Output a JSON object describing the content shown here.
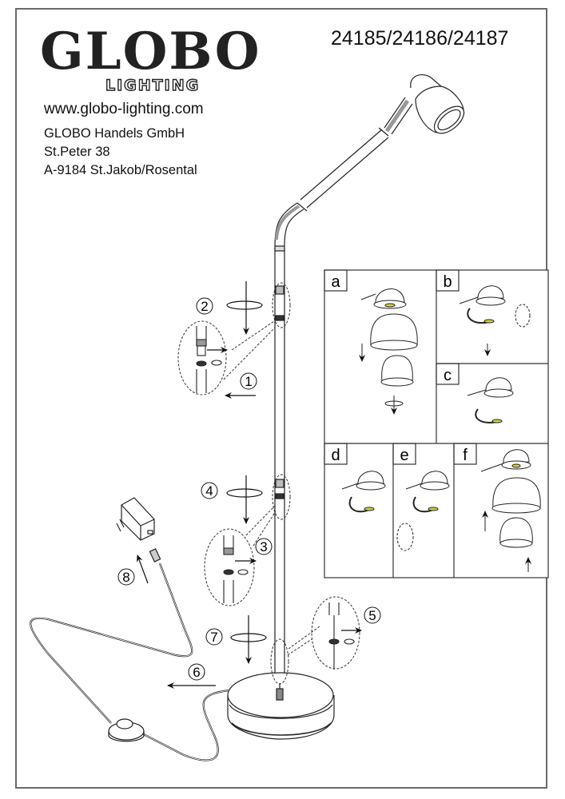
{
  "document": {
    "type": "assembly-instructions",
    "brand": {
      "logo_main": "GLOBO",
      "logo_sub": "LIGHTING"
    },
    "model_numbers": "24185/24186/24187",
    "contact": {
      "website": "www.globo-lighting.com",
      "company": "GLOBO Handels GmbH",
      "street": "St.Peter 38",
      "city": "A-9184 St.Jakob/Rosental"
    },
    "steps": [
      {
        "number": "1",
        "label": "1",
        "action": "pull-out-arrow"
      },
      {
        "number": "2",
        "label": "2",
        "action": "insert-and-rotate"
      },
      {
        "number": "3",
        "label": "3",
        "action": "remove-cap"
      },
      {
        "number": "4",
        "label": "4",
        "action": "insert-and-rotate"
      },
      {
        "number": "5",
        "label": "5",
        "action": "remove-cap"
      },
      {
        "number": "6",
        "label": "6",
        "action": "route-cable"
      },
      {
        "number": "7",
        "label": "7",
        "action": "insert-and-rotate"
      },
      {
        "number": "8",
        "label": "8",
        "action": "plug-in-adapter"
      }
    ],
    "detail_panels": [
      {
        "id": "a",
        "label": "a"
      },
      {
        "id": "b",
        "label": "b"
      },
      {
        "id": "c",
        "label": "c"
      },
      {
        "id": "d",
        "label": "d"
      },
      {
        "id": "e",
        "label": "e"
      },
      {
        "id": "f",
        "label": "f"
      }
    ],
    "colors": {
      "frame": "#6a6a6a",
      "line": "#222222",
      "accent_bulb": "#d8d23a"
    }
  }
}
